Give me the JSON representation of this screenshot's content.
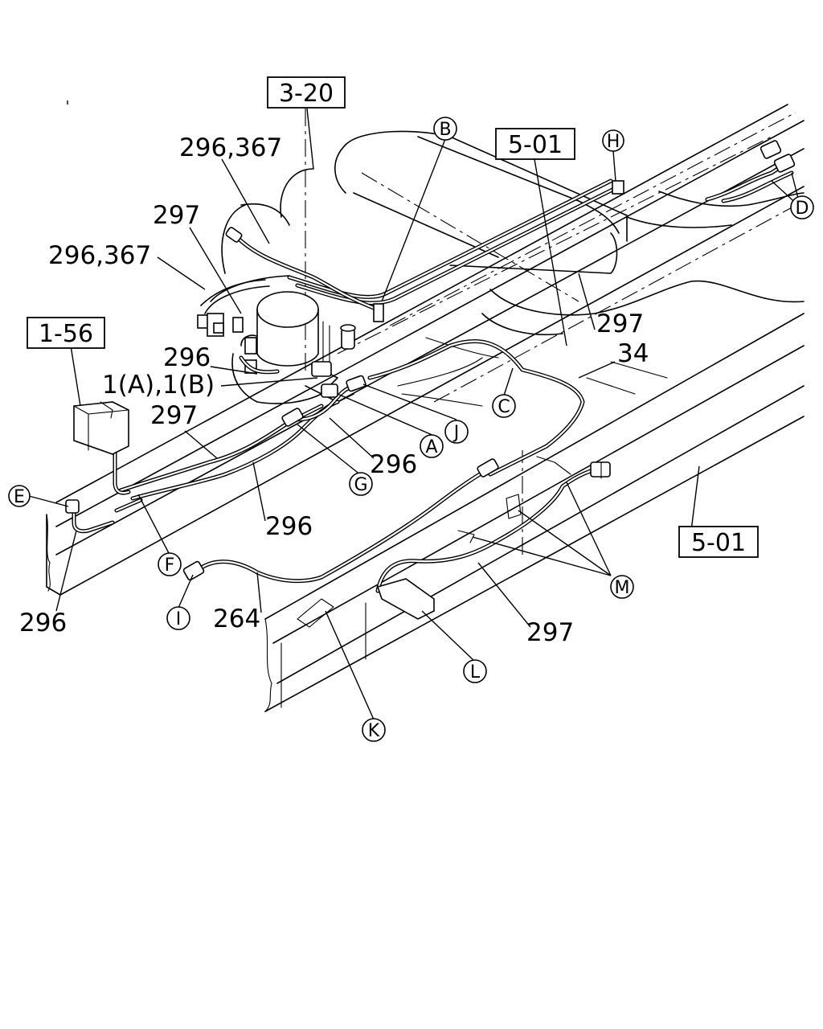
{
  "reference_boxes": {
    "ref_3_20": "3-20",
    "ref_5_01_top": "5-01",
    "ref_1_56": "1-56",
    "ref_5_01_right": "5-01"
  },
  "part_labels": {
    "p_296_367_a": "296,367",
    "p_297_a": "297",
    "p_296_367_b": "296,367",
    "p_296_a": "296",
    "p_1a_1b": "1(A),1(B)",
    "p_297_b": "297",
    "p_297_c": "297",
    "p_34": "34",
    "p_296_b": "296",
    "p_296_c": "296",
    "p_296_d": "296",
    "p_264": "264",
    "p_297_d": "297"
  },
  "callouts": {
    "A": "A",
    "B": "B",
    "C": "C",
    "D": "D",
    "E": "E",
    "F": "F",
    "G": "G",
    "H": "H",
    "I": "I",
    "J": "J",
    "K": "K",
    "L": "L",
    "M": "M"
  }
}
